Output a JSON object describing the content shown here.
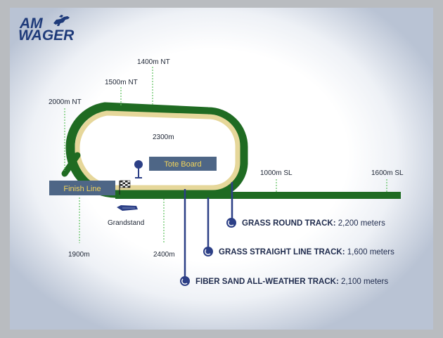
{
  "brand": {
    "line1": "AM",
    "line2": "WAGER",
    "icon": "horse-racing-icon",
    "color": "#1f3b7a"
  },
  "labels": {
    "finish_line": "Finish Line",
    "tote_board": "Tote Board",
    "grandstand": "Grandstand"
  },
  "distances": {
    "d1400": "1400m NT",
    "d1500": "1500m NT",
    "d2000": "2000m NT",
    "d2300": "2300m",
    "d1000": "1000m SL",
    "d1600": "1600m SL",
    "d1900": "1900m",
    "d2400": "2400m"
  },
  "legend": [
    {
      "name": "GRASS ROUND TRACK:",
      "value": " 2,200 meters"
    },
    {
      "name": "GRASS STRAIGHT LINE TRACK:",
      "value": " 1,600 meters"
    },
    {
      "name": "FIBER SAND ALL-WEATHER TRACK:",
      "value": " 2,100 meters"
    }
  ],
  "colors": {
    "grass": "#1f6b22",
    "sand": "#e6d79a",
    "navy": "#2c3f86",
    "label_box": "#4e6686",
    "label_text": "#f3d45a",
    "marker": "#5fc25f"
  }
}
